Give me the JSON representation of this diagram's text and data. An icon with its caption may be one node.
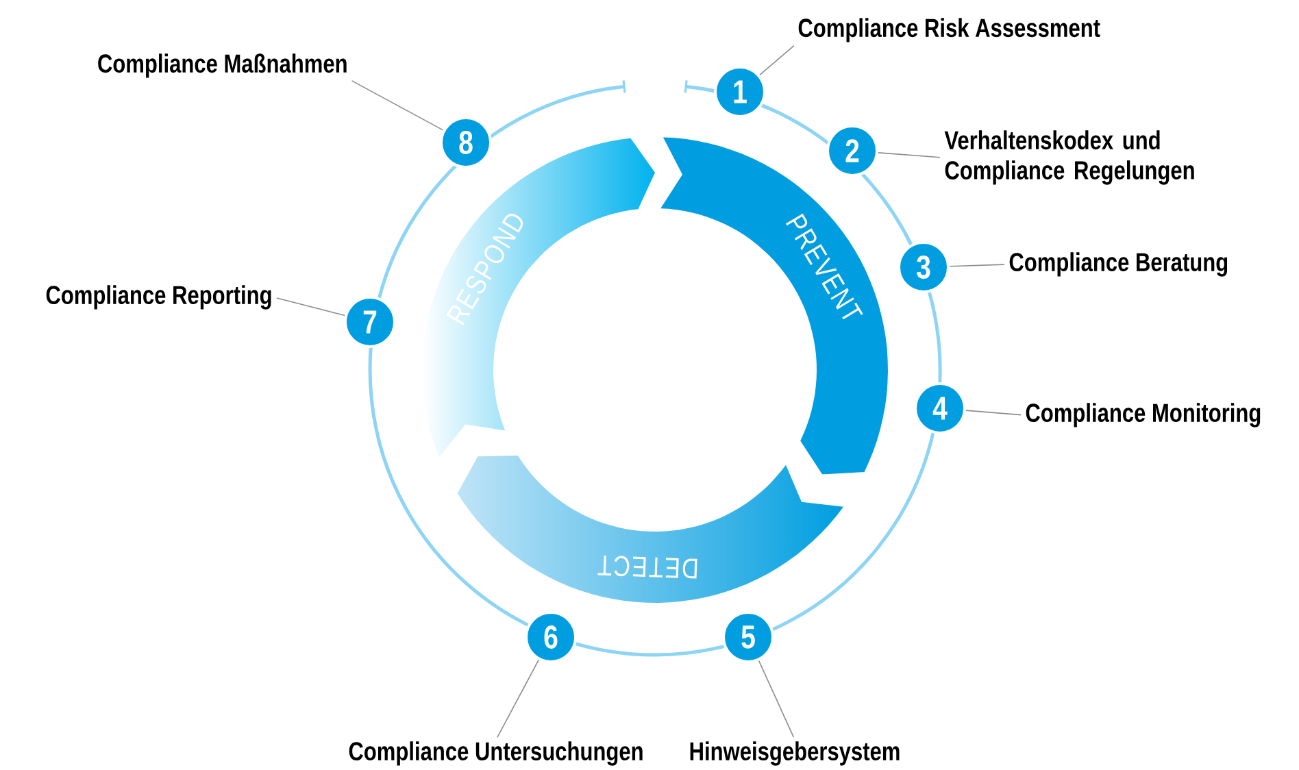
{
  "diagram": {
    "nodes": [
      {
        "text": [
          "1"
        ]
      },
      {
        "text": [
          "2"
        ]
      },
      {
        "text": [
          "3"
        ]
      },
      {
        "text": [
          "4"
        ]
      },
      {
        "text": [
          "5"
        ]
      },
      {
        "text": [
          "6"
        ]
      },
      {
        "text": [
          "7"
        ]
      },
      {
        "text": [
          "8"
        ]
      },
      {
        "text": [
          "Compliance Risk Assessment"
        ]
      },
      {
        "text": [
          "Verhaltenskodex und Compliance Regelungen"
        ]
      },
      {
        "text": [
          "Compliance Beratung"
        ]
      },
      {
        "text": [
          "Compliance Monitoring"
        ]
      },
      {
        "text": [
          "Hinweisgebersystem"
        ]
      },
      {
        "text": [
          "Compliance Untersuchungen"
        ]
      },
      {
        "text": [
          "Compliance Reporting"
        ]
      },
      {
        "text": [
          "Compliance Maßnahmen"
        ]
      },
      {
        "text": [
          "PREVENT"
        ]
      },
      {
        "text": [
          "DETECT"
        ]
      },
      {
        "text": [
          "RESPOND"
        ]
      }
    ],
    "edges": [
      {
        "from": 8,
        "to": 0,
        "arrow": "none"
      },
      {
        "from": 9,
        "to": 1,
        "arrow": "none"
      },
      {
        "from": 10,
        "to": 2,
        "arrow": "none"
      },
      {
        "from": 11,
        "to": 3,
        "arrow": "none"
      },
      {
        "from": 12,
        "to": 4,
        "arrow": "none"
      },
      {
        "from": 13,
        "to": 5,
        "arrow": "none"
      },
      {
        "from": 14,
        "to": 6,
        "arrow": "none"
      },
      {
        "from": 15,
        "to": 7,
        "arrow": "none"
      }
    ]
  }
}
